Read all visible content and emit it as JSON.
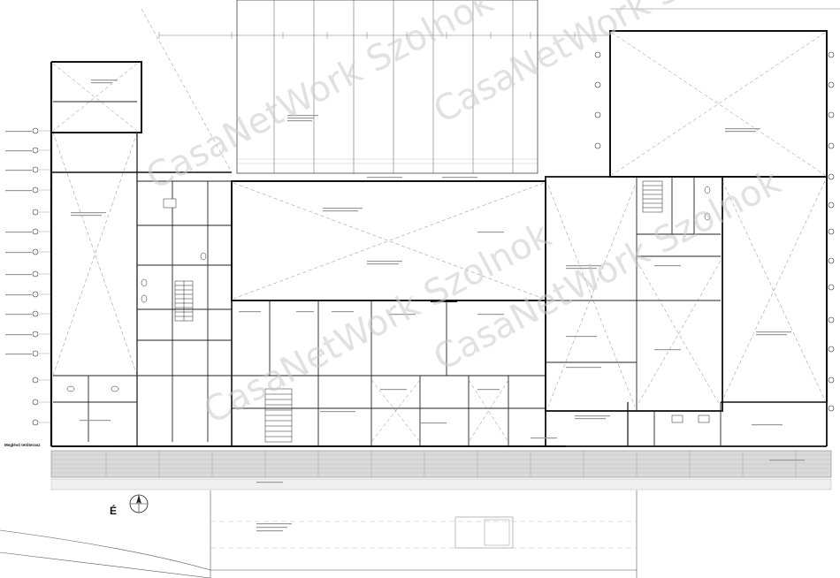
{
  "plan": {
    "title": "Meglévő tetőterasz",
    "watermark": "CasaNetWork Szolnok",
    "north_symbol_label": "É"
  }
}
